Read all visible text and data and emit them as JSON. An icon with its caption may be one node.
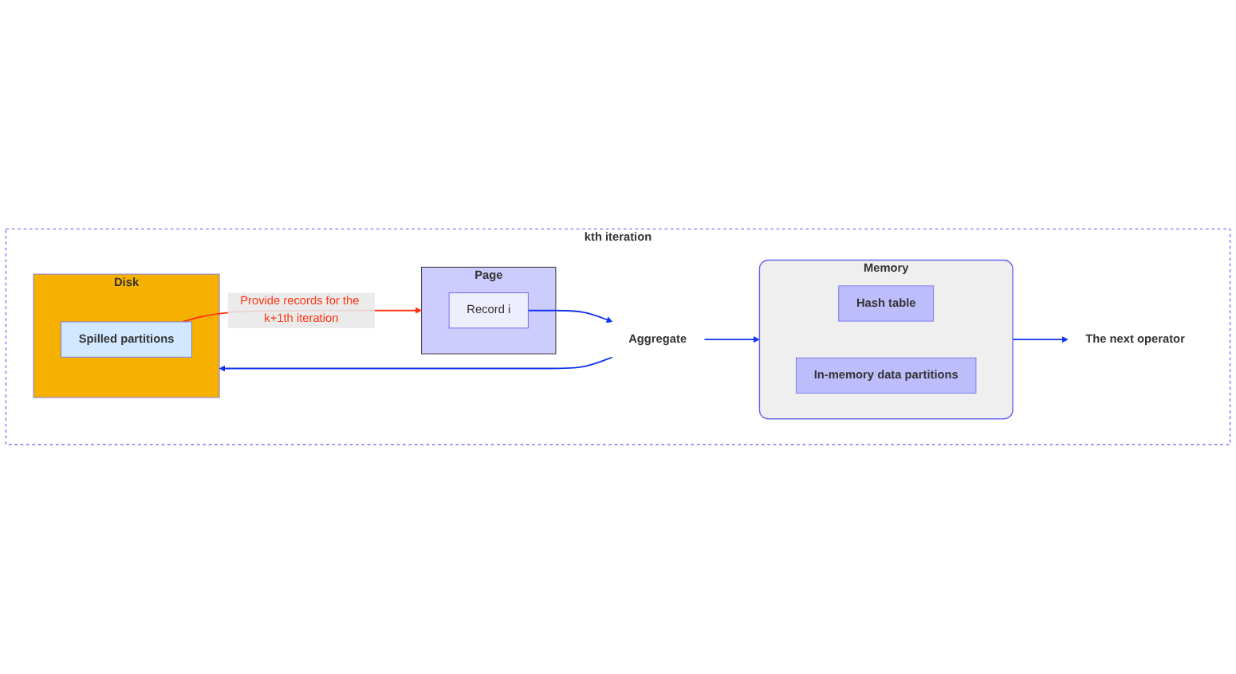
{
  "diagram": {
    "nodes": [
      {
        "text": [
          "kth iteration"
        ]
      },
      {
        "text": [
          "Memory"
        ],
        "in": 0
      },
      {
        "text": [
          "Hash table"
        ],
        "in": 1
      },
      {
        "text": [
          "In-memory data partitions"
        ],
        "in": 1
      },
      {
        "text": [
          "The next operator"
        ],
        "in": 0
      },
      {
        "text": [
          "Page"
        ],
        "in": 0
      },
      {
        "text": [
          "Record i"
        ],
        "in": 5
      },
      {
        "text": [
          "Aggregate"
        ],
        "in": 0
      },
      {
        "text": [
          "Disk"
        ],
        "in": 0
      },
      {
        "text": [
          "Spilled partitions"
        ],
        "in": 8
      }
    ],
    "edges": [
      {
        "from": 1,
        "to": 4,
        "arrow": "to"
      },
      {
        "from": 6,
        "to": 7,
        "arrow": "to"
      },
      {
        "from": 7,
        "to": 1,
        "arrow": "to"
      },
      {
        "from": 7,
        "to": 8,
        "arrow": "to"
      },
      {
        "from": 9,
        "to": 5,
        "arrow": "to",
        "label": "Provide records for the k+1th iteration",
        "color": "#ff3311"
      }
    ]
  }
}
